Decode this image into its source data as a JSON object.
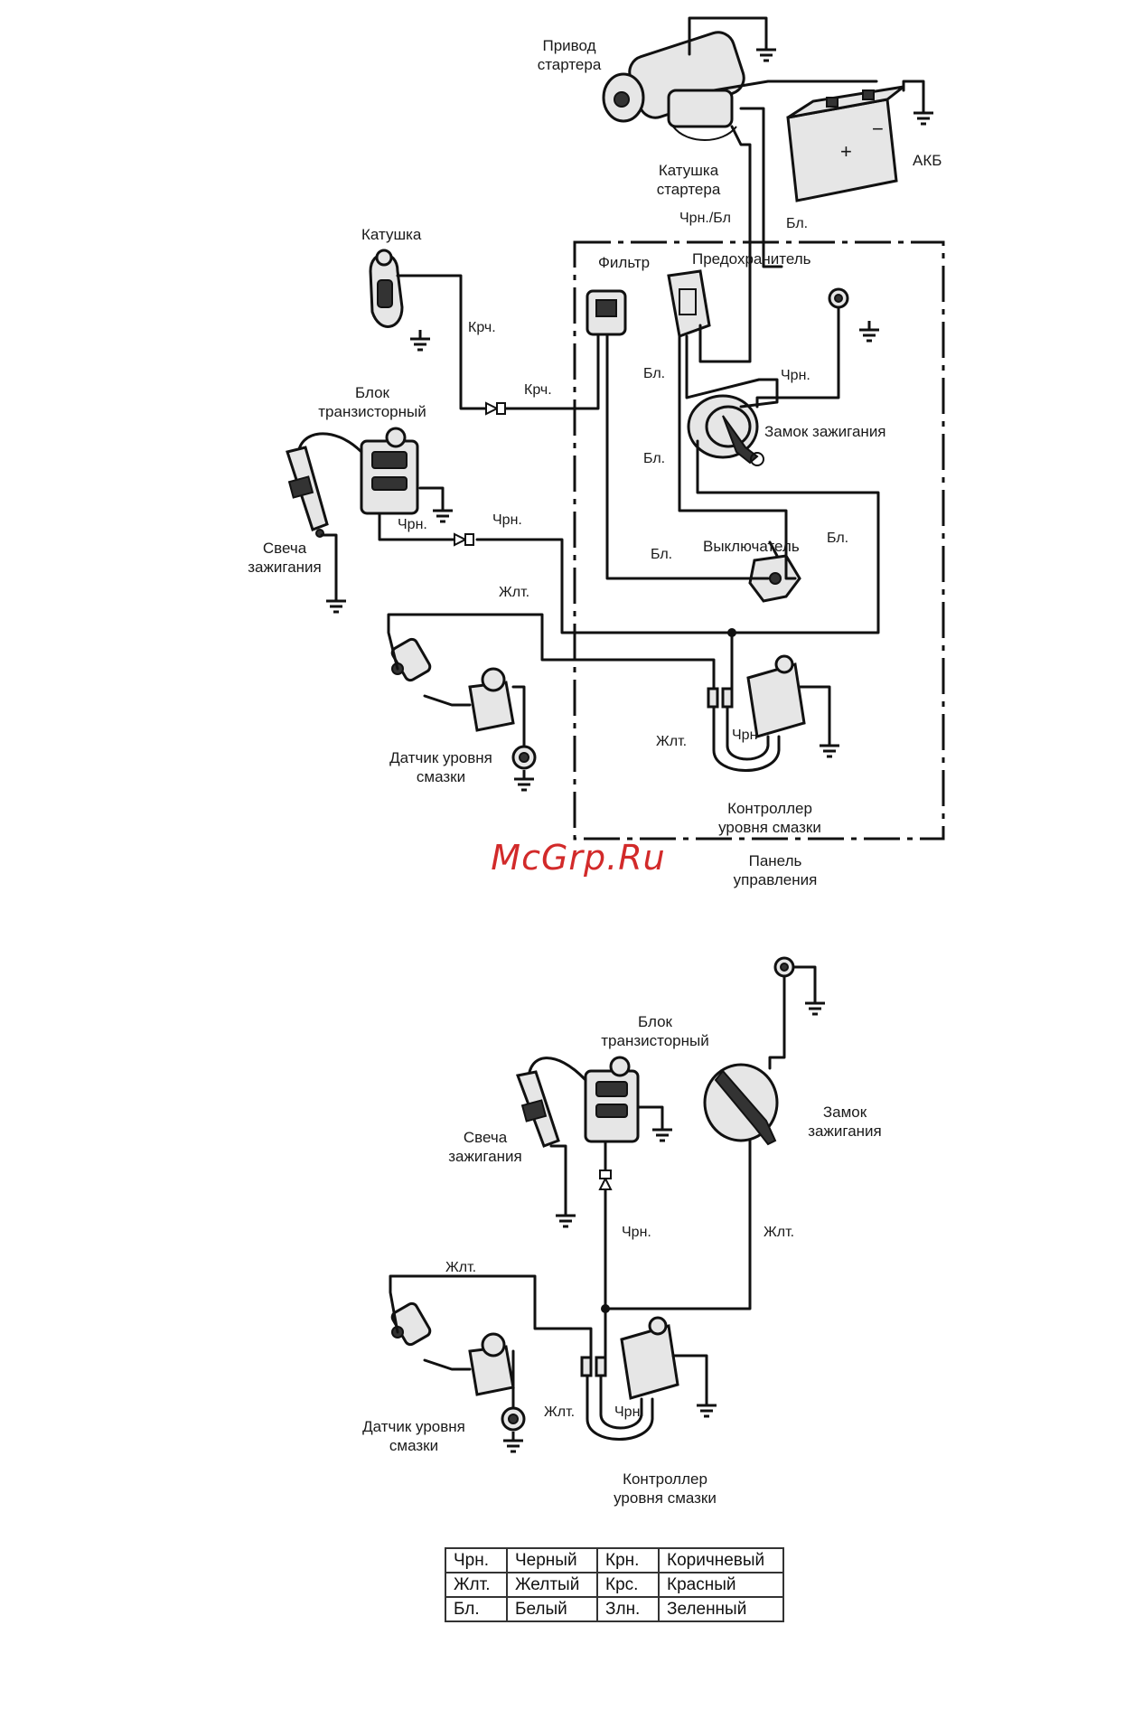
{
  "diagram1": {
    "labels": {
      "starter_drive": "Привод\nстартера",
      "starter_coil": "Катушка\nстартера",
      "battery": "АКБ",
      "coil": "Катушка",
      "filter": "Фильтр",
      "fuse": "Предохранитель",
      "transistor_block": "Блок\nтранзисторный",
      "ignition_lock": "Замок зажигания",
      "spark_plug": "Свеча\nзажигания",
      "switch": "Выключатель",
      "oil_sensor": "Датчик уровня\nсмазки",
      "oil_controller": "Контроллер\nуровня смазки",
      "control_panel": "Панель\nуправления"
    },
    "wire_labels": {
      "chrn_bl": "Чрн./Бл",
      "bl_top": "Бл.",
      "krch_1": "Крч.",
      "krch_2": "Крч.",
      "bl_fuse": "Бл.",
      "chrn_lock": "Чрн.",
      "bl_mid": "Бл.",
      "chrn_tb": "Чрн.",
      "chrn_line": "Чрн.",
      "bl_switch_right": "Бл.",
      "bl_switch_left": "Бл.",
      "zhlt_top": "Жлт.",
      "zhlt_ctrl": "Жлт.",
      "chrn_ctrl": "Чрн"
    }
  },
  "diagram2": {
    "labels": {
      "transistor_block": "Блок\nтранзисторный",
      "ignition_lock": "Замок\nзажигания",
      "spark_plug": "Свеча\nзажигания",
      "oil_sensor": "Датчик уровня\nсмазки",
      "oil_controller": "Контроллер\nуровня смазки"
    },
    "wire_labels": {
      "chrn": "Чрн.",
      "zhlt_right": "Жлт.",
      "zhlt_top": "Жлт.",
      "zhlt_ctrl": "Жлт.",
      "chrn_ctrl": "Чрн."
    }
  },
  "watermark": "McGrp.Ru",
  "legend": [
    [
      "Чрн.",
      "Черный",
      "Крн.",
      "Коричневый"
    ],
    [
      "Жлт.",
      "Желтый",
      "Крс.",
      "Красный"
    ],
    [
      "Бл.",
      "Белый",
      "Злн.",
      "Зеленный"
    ]
  ]
}
